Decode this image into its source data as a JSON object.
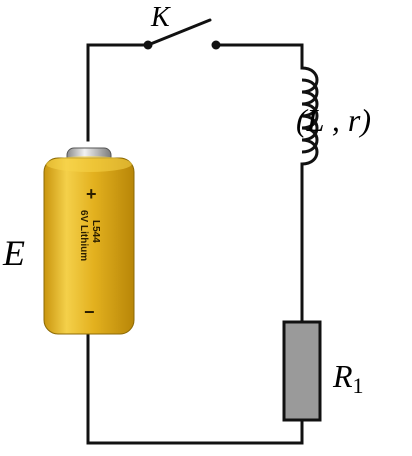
{
  "labels": {
    "switch": "K",
    "inductor": "(L , r)",
    "emf": "E",
    "resistor_main": "R",
    "resistor_sub": "1"
  },
  "battery": {
    "plus": "+",
    "minus": "−",
    "model": "L544",
    "spec": "6V Lithium"
  },
  "colors": {
    "wire": "#111111",
    "battery_body": "#e2b21e",
    "battery_highlight": "#f7d54a",
    "battery_shadow": "#b8860b",
    "battery_cap": "#cfcfcf",
    "resistor_fill": "#9a9a9a"
  }
}
